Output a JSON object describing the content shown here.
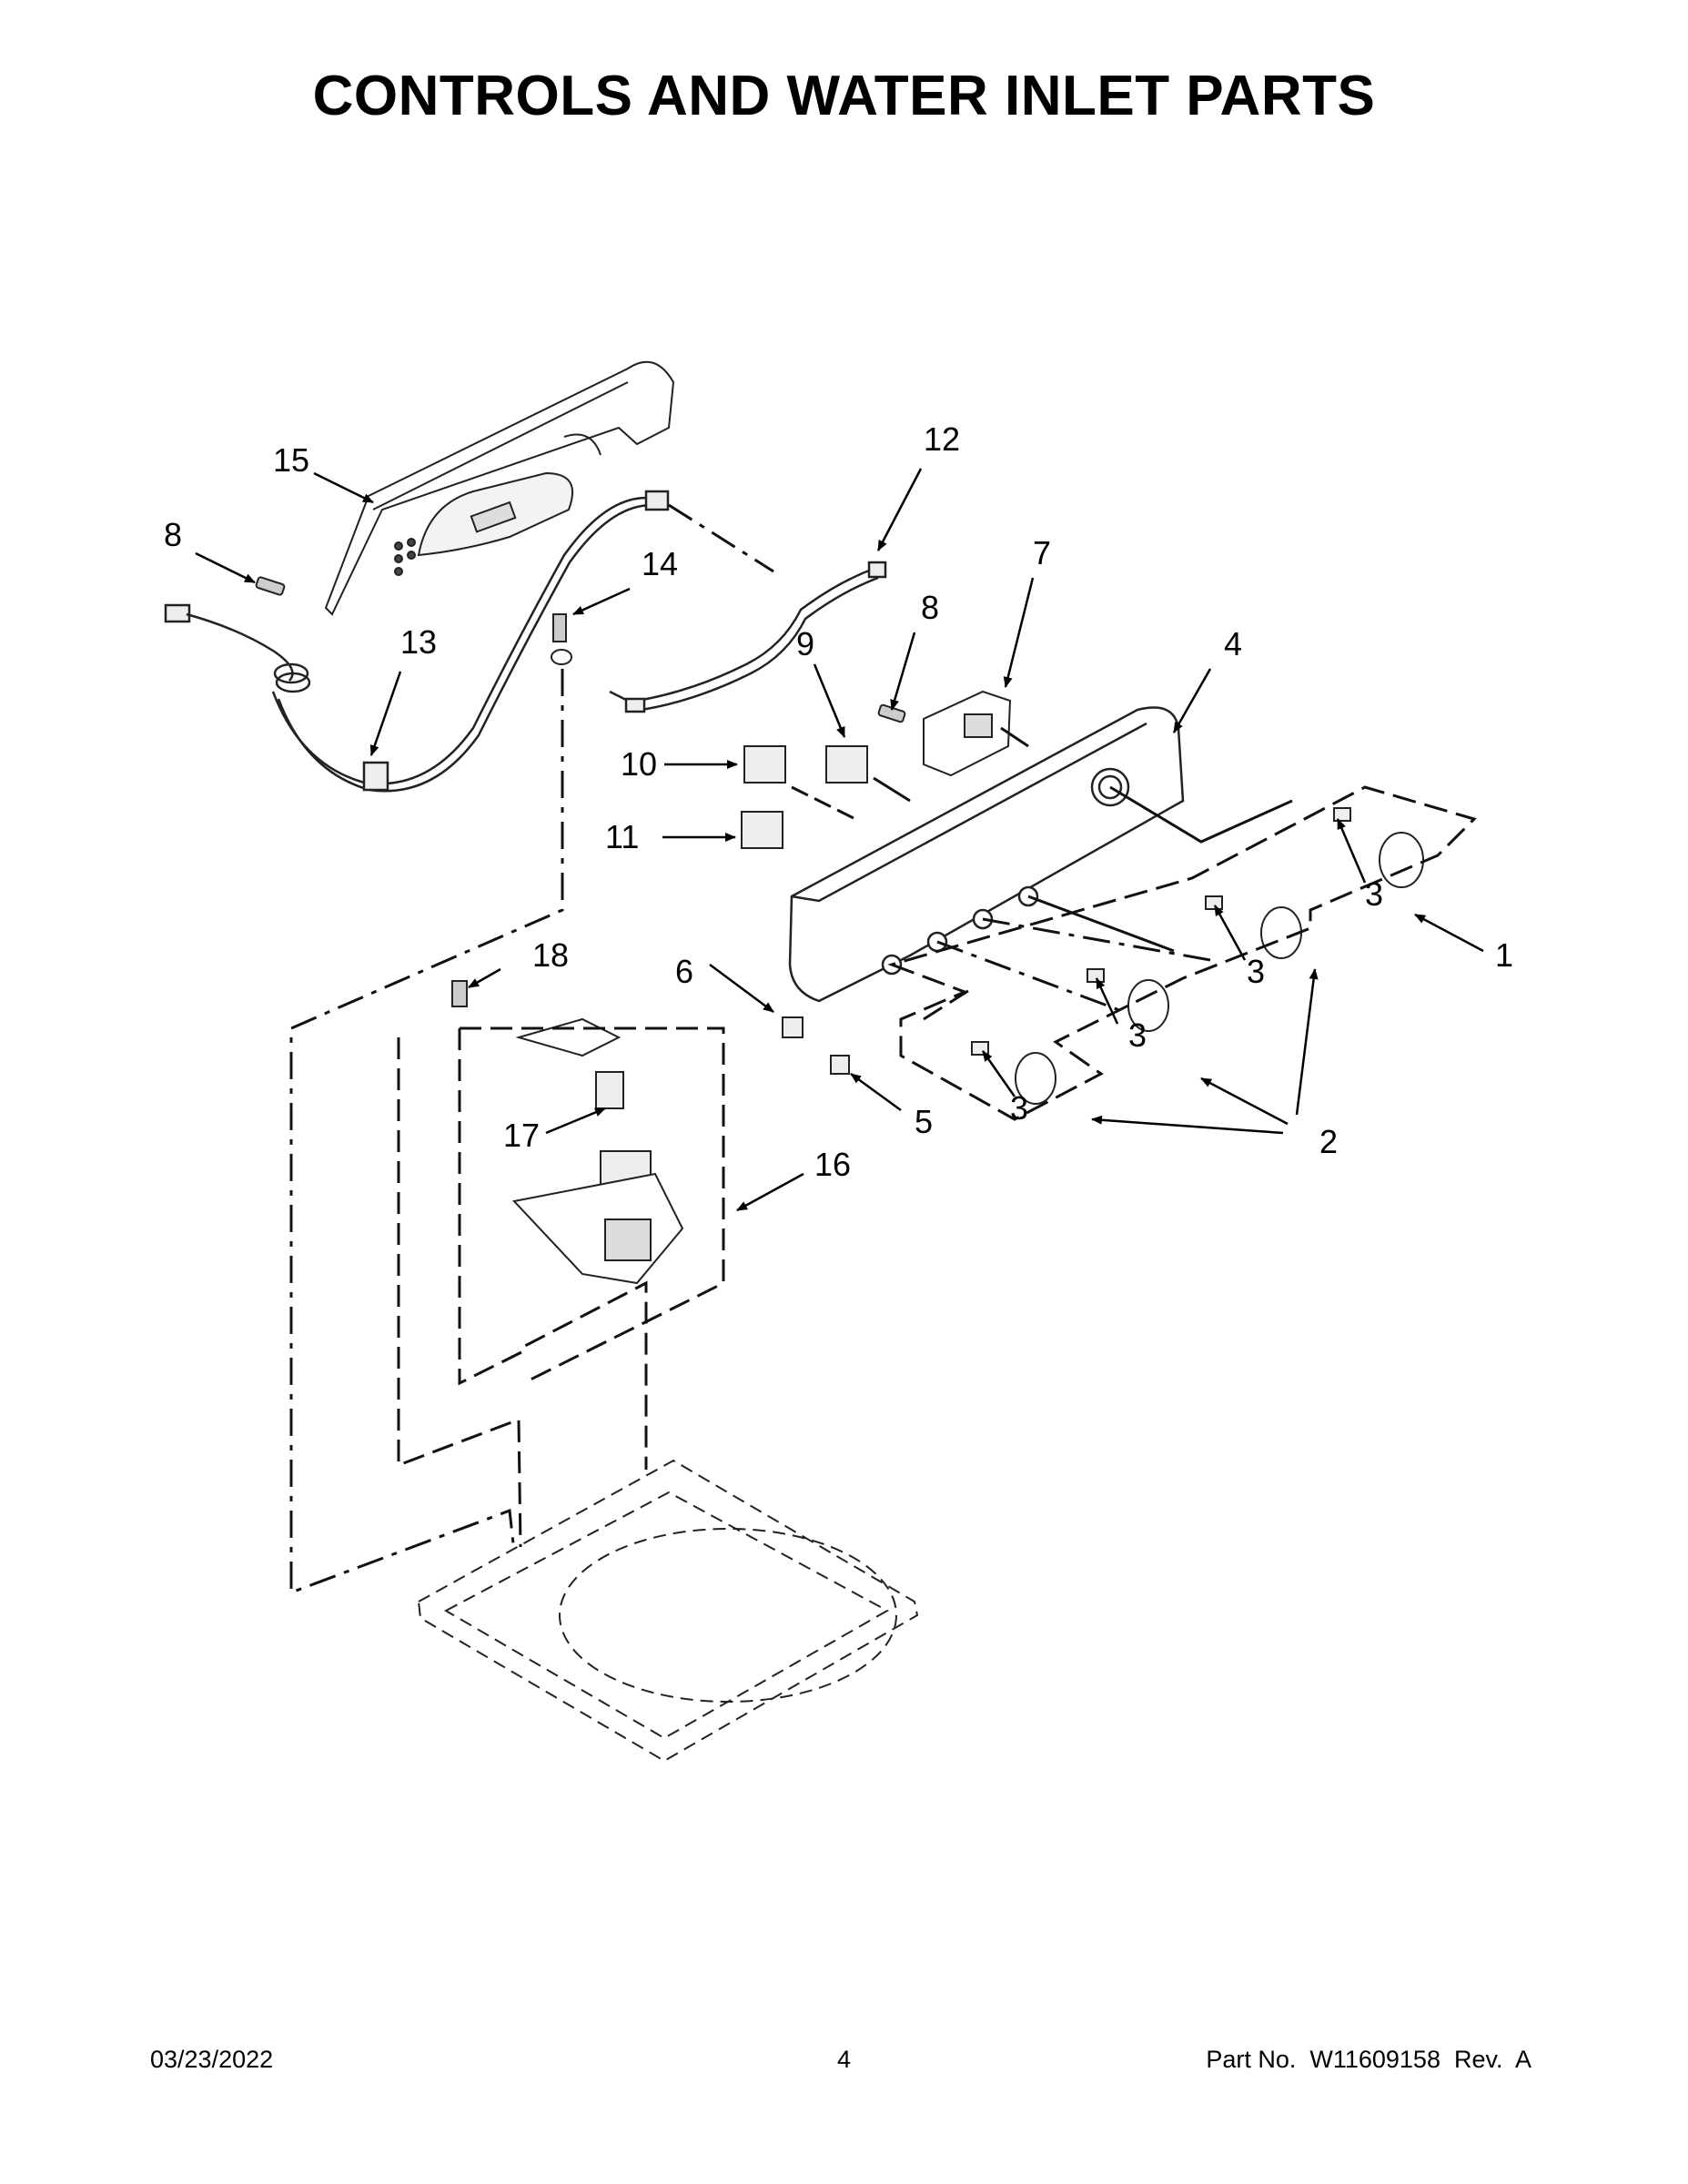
{
  "title": "CONTROLS AND WATER INLET PARTS",
  "callouts": {
    "c1": "1",
    "c2": "2",
    "c3a": "3",
    "c3b": "3",
    "c3c": "3",
    "c3d": "3",
    "c4": "4",
    "c5": "5",
    "c6": "6",
    "c7": "7",
    "c8a": "8",
    "c8b": "8",
    "c9": "9",
    "c10": "10",
    "c11": "11",
    "c12": "12",
    "c13": "13",
    "c14": "14",
    "c15": "15",
    "c16": "16",
    "c17": "17",
    "c18": "18"
  },
  "footer": {
    "date": "03/23/2022",
    "page": "4",
    "part": "Part No.  W11609158  Rev.  A"
  }
}
